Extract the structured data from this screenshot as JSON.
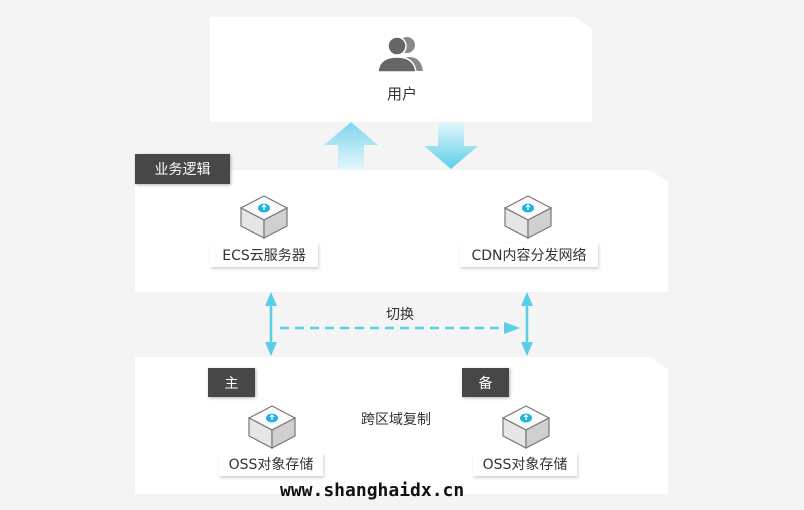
{
  "user": {
    "label": "用户",
    "icon": "users-icon"
  },
  "business": {
    "tag": "业务逻辑",
    "ecs_label": "ECS云服务器",
    "cdn_label": "CDN内容分发网络"
  },
  "switch_label": "切换",
  "storage": {
    "primary_tag": "主",
    "backup_tag": "备",
    "primary_label": "OSS对象存储",
    "backup_label": "OSS对象存储",
    "replication_label": "跨区域复制"
  },
  "watermark": "www.shanghaidx.cn",
  "colors": {
    "accent": "#5bcfe8",
    "tag_bg": "#474747",
    "cloud": "#1fb3e0"
  }
}
